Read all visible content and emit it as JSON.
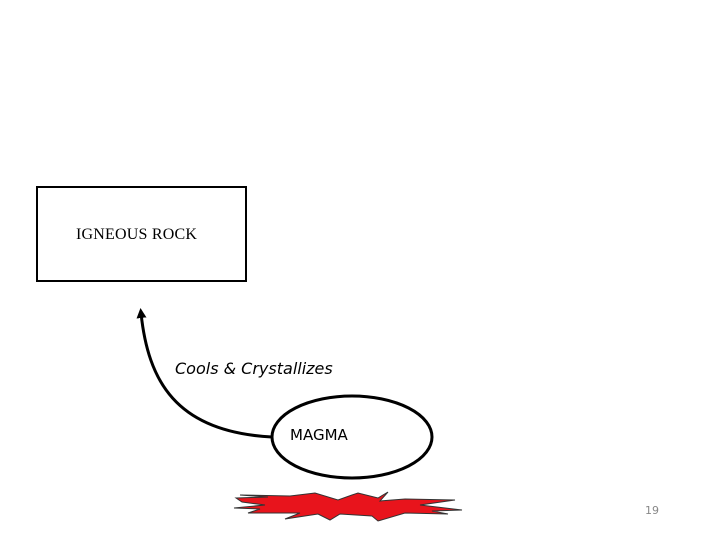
{
  "diagram": {
    "nodes": {
      "igneous_rock": "IGNEOUS ROCK",
      "magma": "MAGMA"
    },
    "edges": [
      {
        "from": "MAGMA",
        "to": "IGNEOUS ROCK",
        "label": "Cools & Crystallizes"
      }
    ],
    "heat_icon": "red-heat-burst-icon",
    "colors": {
      "outline": "#000000",
      "heat_fill": "#e8141c"
    }
  },
  "slide": {
    "page_number": "19"
  }
}
